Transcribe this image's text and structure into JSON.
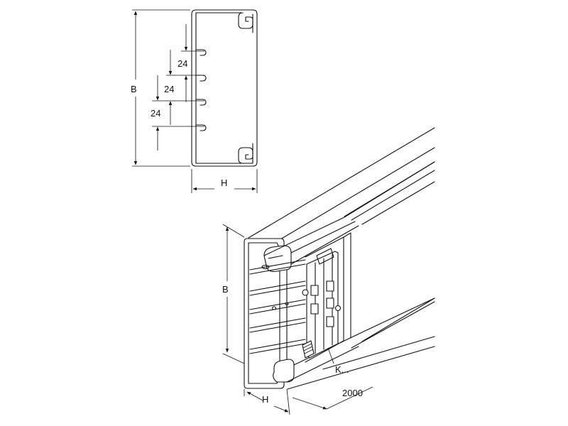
{
  "cross_section": {
    "height_label": "B",
    "width_label": "H",
    "spacing_labels": [
      "24",
      "24",
      "24"
    ]
  },
  "isometric": {
    "height_label": "B",
    "width_label": "H",
    "length_label": "2000",
    "part_label": "K..."
  }
}
